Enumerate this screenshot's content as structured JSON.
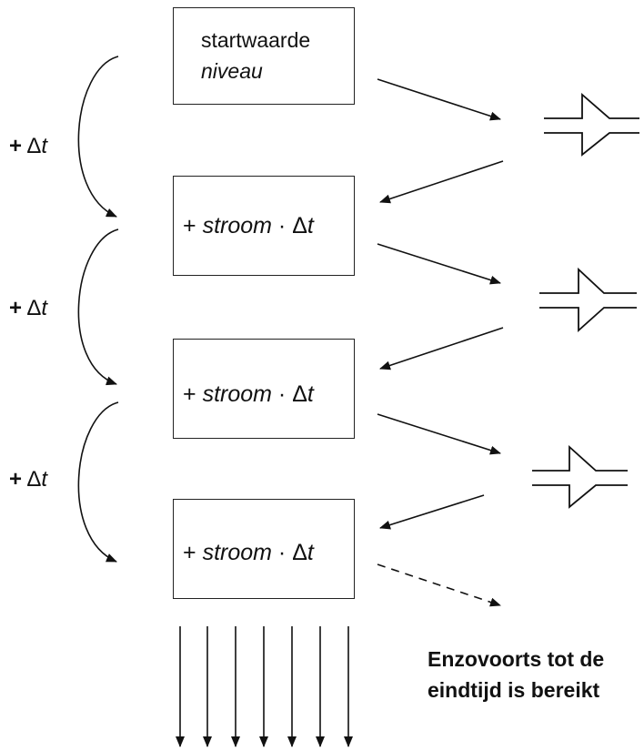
{
  "start_box": {
    "line1": "startwaarde",
    "line2": "niveau"
  },
  "update_boxes": [
    {
      "plus": "+",
      "word": "stroom",
      "dot": "·",
      "delta": "Δ",
      "t": "t"
    },
    {
      "plus": "+",
      "word": "stroom",
      "dot": "·",
      "delta": "Δ",
      "t": "t"
    },
    {
      "plus": "+",
      "word": "stroom",
      "dot": "·",
      "delta": "Δ",
      "t": "t"
    }
  ],
  "time_step_labels": [
    {
      "plus": "+",
      "delta": "Δ",
      "t": "t"
    },
    {
      "plus": "+",
      "delta": "Δ",
      "t": "t"
    },
    {
      "plus": "+",
      "delta": "Δ",
      "t": "t"
    }
  ],
  "footnote": {
    "line1": "Enzovoorts tot de",
    "line2": "eindtijd is bereikt"
  },
  "colors": {
    "stroke": "#222222",
    "text": "#111111"
  }
}
